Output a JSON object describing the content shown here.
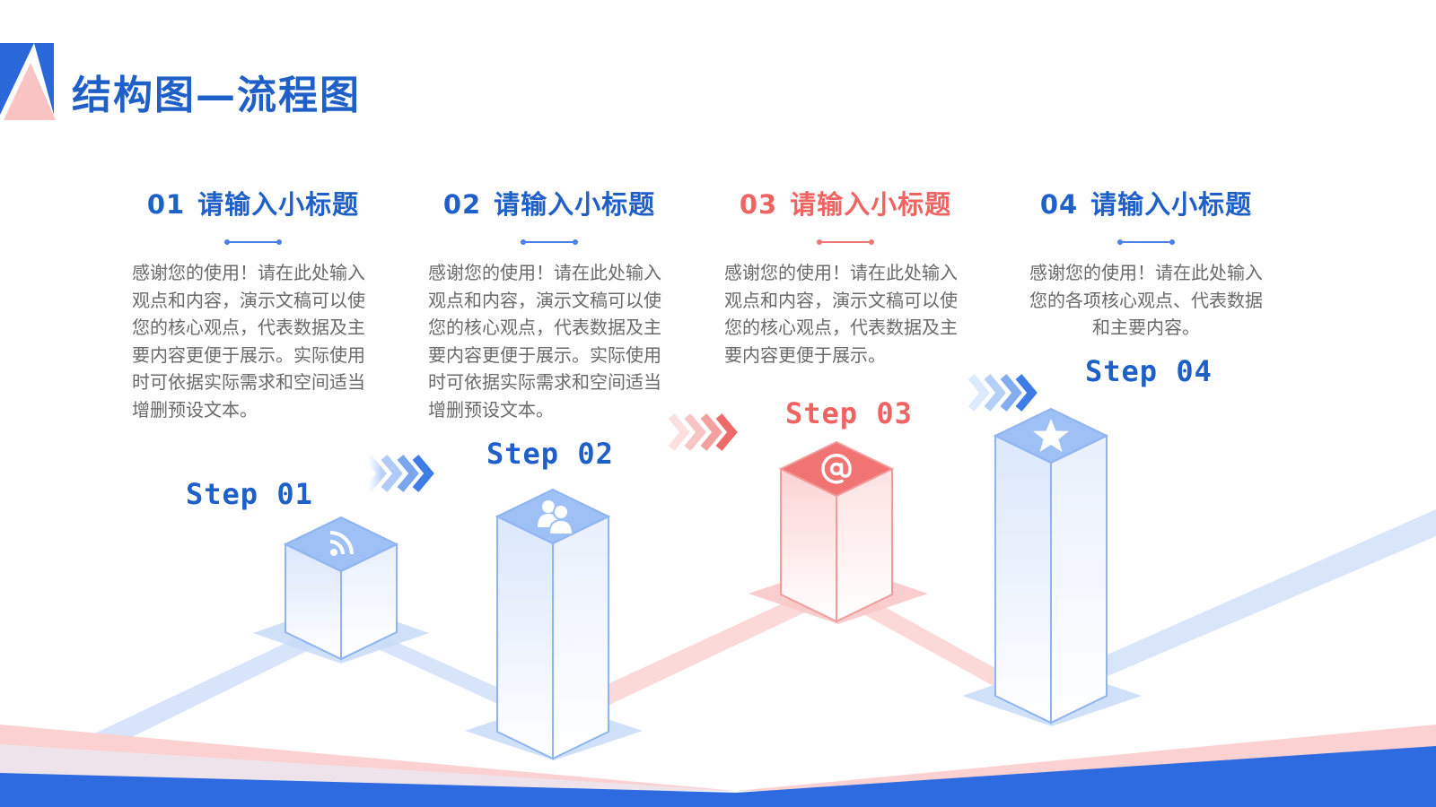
{
  "title": "结构图—流程图",
  "colors": {
    "blue": "#1f5fc8",
    "red": "#ef6463",
    "muted": "#6a6a6a"
  },
  "columns": [
    {
      "number": "01",
      "subtitle": "请输入小标题",
      "accent": "blue",
      "body": "感谢您的使用！请在此处输入观点和内容，演示文稿可以使您的核心观点，代表数据及主要内容更便于展示。实际使用时可依据实际需求和空间适当增删预设文本。"
    },
    {
      "number": "02",
      "subtitle": "请输入小标题",
      "accent": "blue",
      "body": "感谢您的使用！请在此处输入观点和内容，演示文稿可以使您的核心观点，代表数据及主要内容更便于展示。实际使用时可依据实际需求和空间适当增删预设文本。"
    },
    {
      "number": "03",
      "subtitle": "请输入小标题",
      "accent": "red",
      "body": "感谢您的使用！请在此处输入观点和内容，演示文稿可以使您的核心观点，代表数据及主要内容更便于展示。"
    },
    {
      "number": "04",
      "subtitle": "请输入小标题",
      "accent": "blue",
      "body": "感谢您的使用！请在此处输入您的各项核心观点、代表数据和主要内容。"
    }
  ],
  "steps": [
    {
      "label": "Step 01",
      "icon": "rss-icon",
      "accent": "blue"
    },
    {
      "label": "Step 02",
      "icon": "users-icon",
      "accent": "blue"
    },
    {
      "label": "Step 03",
      "icon": "at-icon",
      "accent": "red"
    },
    {
      "label": "Step 04",
      "icon": "star-icon",
      "accent": "blue"
    }
  ]
}
